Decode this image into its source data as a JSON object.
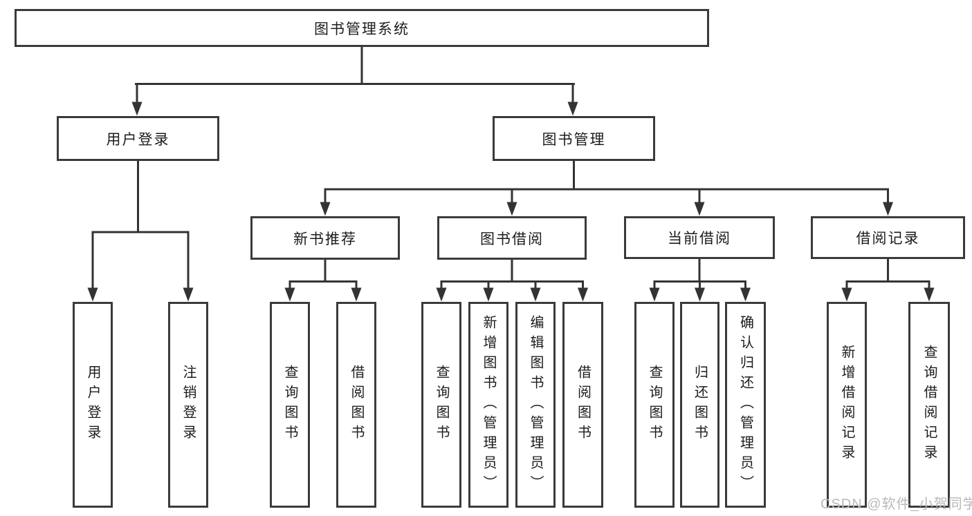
{
  "diagram": {
    "root": {
      "label": "图书管理系统"
    },
    "level2": [
      {
        "label": "用户登录"
      },
      {
        "label": "图书管理"
      }
    ],
    "level3": [
      {
        "label": "新书推荐"
      },
      {
        "label": "图书借阅"
      },
      {
        "label": "当前借阅"
      },
      {
        "label": "借阅记录"
      }
    ],
    "leaves": [
      {
        "label": "用户登录"
      },
      {
        "label": "注销登录"
      },
      {
        "label": "查询图书"
      },
      {
        "label": "借阅图书"
      },
      {
        "label": "查询图书"
      },
      {
        "label": "新增图书（管理员）"
      },
      {
        "label": "编辑图书（管理员）"
      },
      {
        "label": "借阅图书"
      },
      {
        "label": "查询图书"
      },
      {
        "label": "归还图书"
      },
      {
        "label": "确认归还（管理员）"
      },
      {
        "label": "新增借阅记录"
      },
      {
        "label": "查询借阅记录"
      }
    ]
  },
  "watermark": {
    "text": "CSDN @软件_小贺同学"
  },
  "colors": {
    "line": "#333333",
    "box_border": "#3a3a3a",
    "text": "#1c1c1c",
    "watermark": "#b9b9b9",
    "background": "#ffffff"
  }
}
